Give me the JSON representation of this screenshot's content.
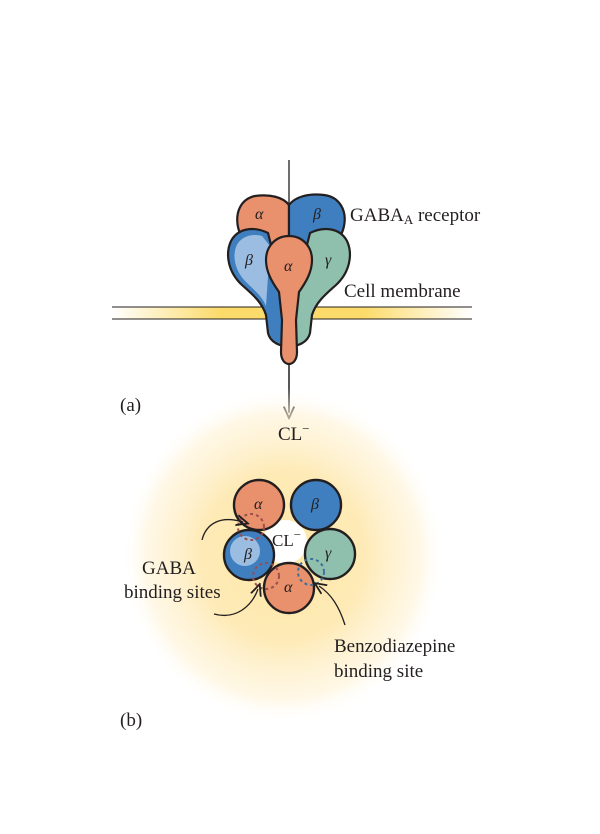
{
  "panel_a": {
    "panel_label": "(a)",
    "receptor_label": {
      "main": "GABA",
      "subscript": "A",
      "suffix": " receptor"
    },
    "membrane_label": "Cell membrane",
    "ion_label": {
      "main": "CL",
      "superscript": "−"
    },
    "subunits": {
      "back_left": "α",
      "back_right": "β",
      "mid_left": "β",
      "front": "α",
      "mid_right": "γ"
    }
  },
  "panel_b": {
    "panel_label": "(b)",
    "ion_label": {
      "main": "CL",
      "superscript": "−"
    },
    "gaba_sites_label": [
      "GABA",
      "binding sites"
    ],
    "benzo_site_label": [
      "Benzodiazepine",
      "binding site"
    ],
    "subunits": {
      "top_left": "α",
      "top_right": "β",
      "mid_left": "β",
      "mid_right": "γ",
      "bottom": "α"
    }
  },
  "colors": {
    "alpha": "#e9906c",
    "beta": "#3f7fc0",
    "beta_light": "#9cbde2",
    "gamma": "#8fc0ad",
    "outline": "#231f20",
    "membrane_fill": "#fbd75a",
    "glow": "#fde7a8"
  }
}
